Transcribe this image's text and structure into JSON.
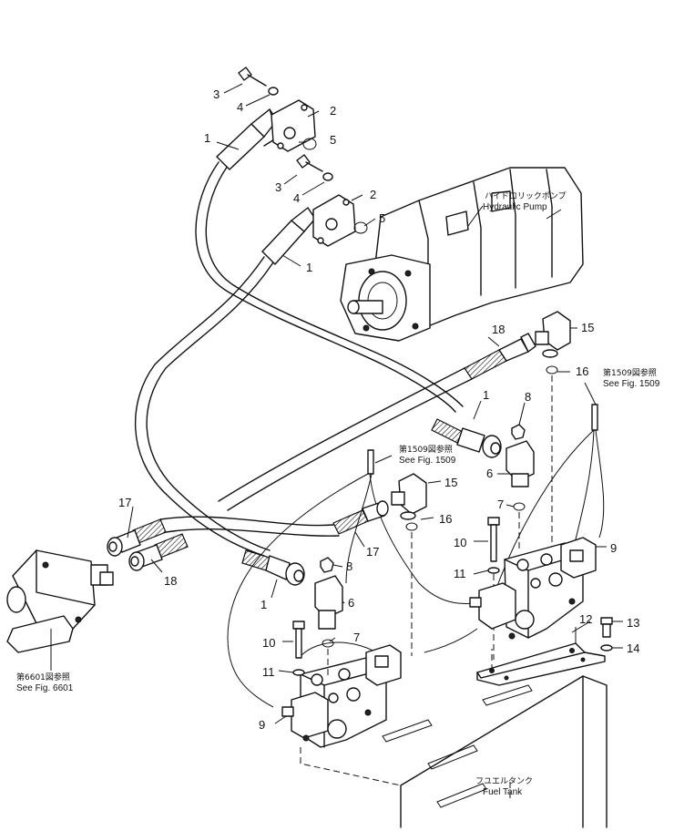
{
  "labels": {
    "hydraulic_pump_jp": "ハイドロリックポンプ",
    "hydraulic_pump_en": "Hydraulic Pump",
    "fig1509_jp": "第1509図参照",
    "fig1509_en": "See Fig. 1509",
    "fig6601_jp": "第6601図参照",
    "fig6601_en": "See Fig. 6601",
    "fuel_tank_jp": "フユエルタンク",
    "fuel_tank_en": "Fuel Tank"
  },
  "parts": {
    "p1": "1",
    "p2": "2",
    "p3": "3",
    "p4": "4",
    "p5": "5",
    "p6": "6",
    "p7": "7",
    "p8": "8",
    "p9": "9",
    "p10": "10",
    "p11": "11",
    "p12": "12",
    "p13": "13",
    "p14": "14",
    "p15": "15",
    "p16": "16",
    "p17": "17",
    "p18": "18"
  }
}
